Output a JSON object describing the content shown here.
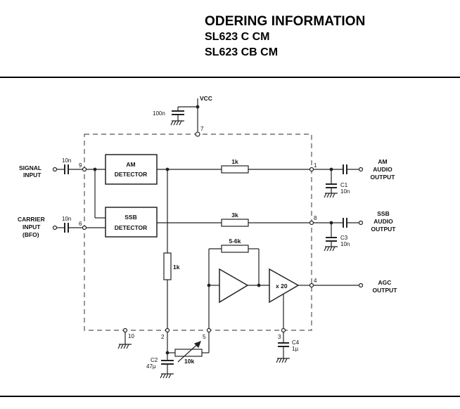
{
  "header": {
    "title": "ODERING INFORMATION",
    "items": [
      "SL623 C CM",
      "SL623 CB CM"
    ]
  },
  "diagram": {
    "supply": {
      "label": "VCC",
      "decoupling_cap": "100n",
      "pin": "7"
    },
    "inputs": {
      "signal": {
        "label_line1": "SIGNAL",
        "label_line2": "INPUT",
        "cap": "10n",
        "pin": "9"
      },
      "carrier": {
        "label_line1": "CARRIER",
        "label_line2": "INPUT",
        "label_line3": "(BFO)",
        "cap": "10n",
        "pin": "6"
      }
    },
    "blocks": {
      "am_detector": {
        "line1": "AM",
        "line2": "DETECTOR"
      },
      "ssb_detector": {
        "line1": "SSB",
        "line2": "DETECTOR"
      },
      "gain_amp": "x 20"
    },
    "resistors": {
      "am_out": "1k",
      "ssb_out": "3k",
      "feedback": "5-6k",
      "vertical": "1k",
      "pot": "10k"
    },
    "outputs": {
      "am": {
        "line1": "AM",
        "line2": "AUDIO",
        "line3": "OUTPUT",
        "pin": "1",
        "cap_name": "C1",
        "cap_value": "10n"
      },
      "ssb": {
        "line1": "SSB",
        "line2": "AUDIO",
        "line3": "OUTPUT",
        "pin": "8",
        "cap_name": "C3",
        "cap_value": "10n"
      },
      "agc": {
        "line1": "AGC",
        "line2": "OUTPUT",
        "pin": "4"
      }
    },
    "bottom": {
      "gnd_pin": "10",
      "pin2": "2",
      "pin5": "5",
      "pin3": "3",
      "c2_name": "C2",
      "c2_value": "47µ",
      "c4_name": "C4",
      "c4_value": "1µ"
    }
  }
}
